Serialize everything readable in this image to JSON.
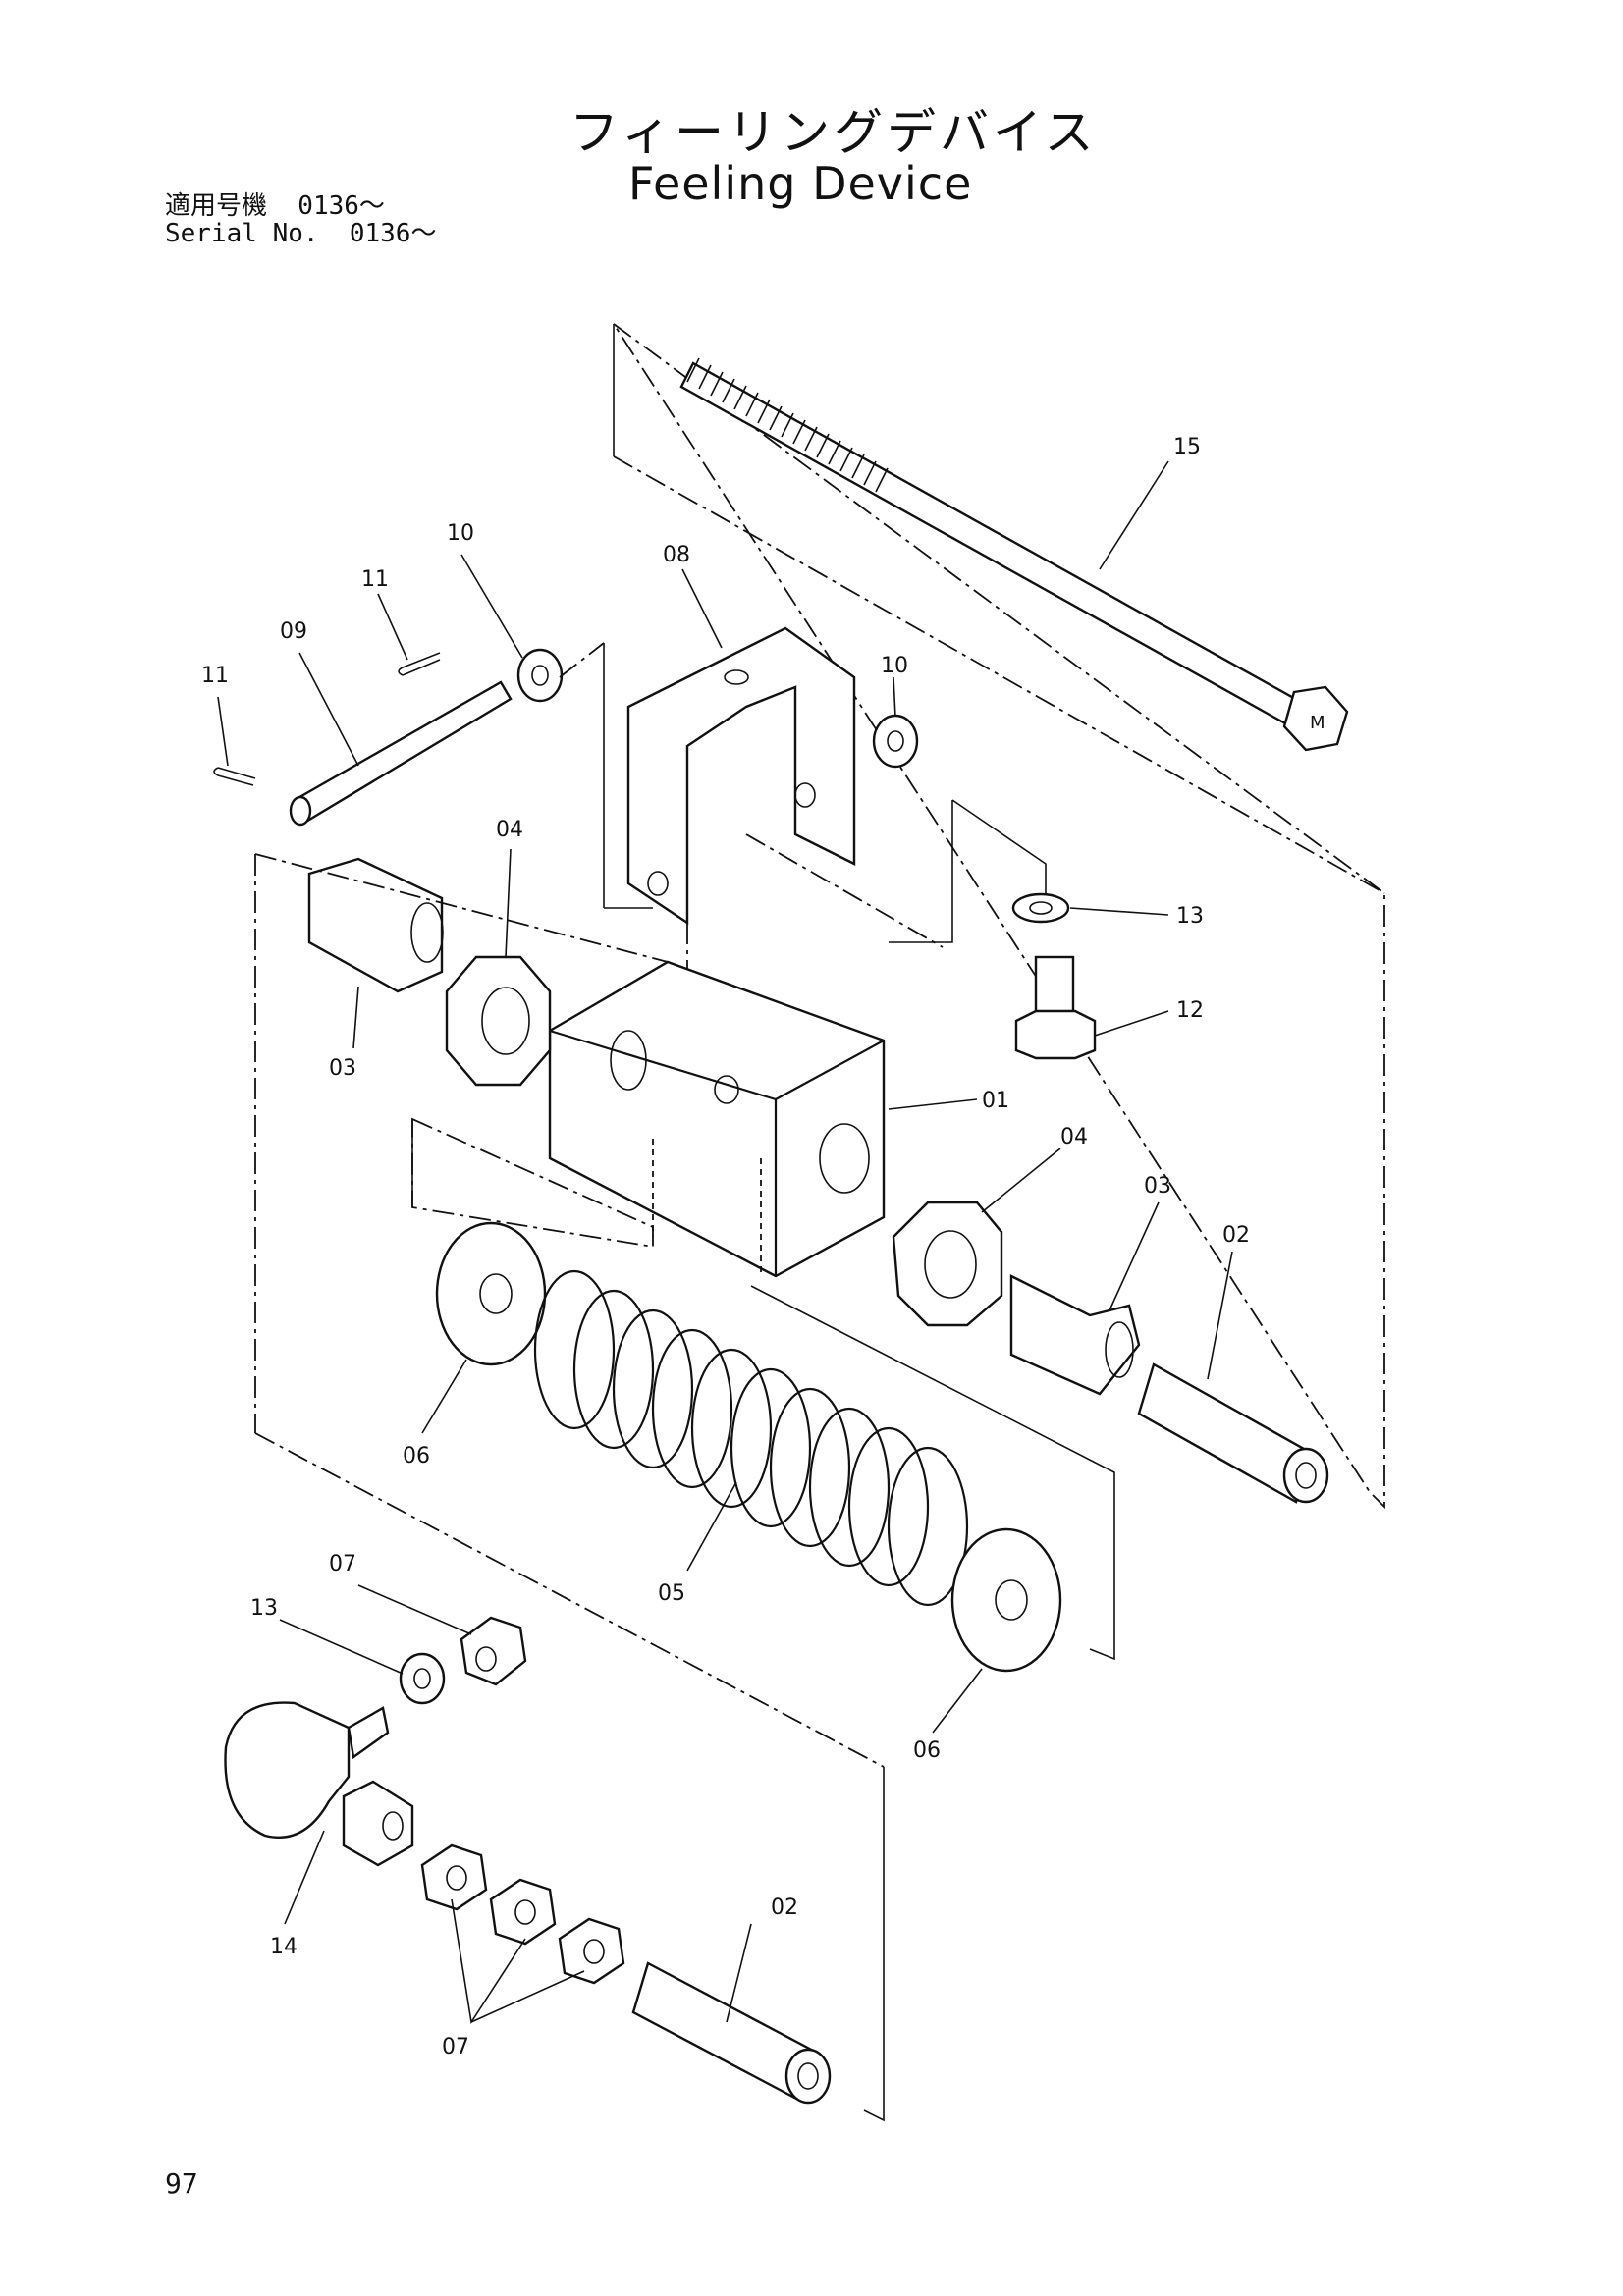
{
  "title_jp": "フィーリングデバイス",
  "title_en": "Feeling Device",
  "serial_line_jp": "適用号機  0136～",
  "serial_line_en": "Serial No.  0136～",
  "page_number": "97",
  "callouts": {
    "c15": "15",
    "c10a": "10",
    "c11a": "11",
    "c09": "09",
    "c11b": "11",
    "c08": "08",
    "c10b": "10",
    "c04a": "04",
    "c13a": "13",
    "c12": "12",
    "c03a": "03",
    "c01": "01",
    "c04b": "04",
    "c03b": "03",
    "c02a": "02",
    "c06a": "06",
    "c05": "05",
    "c06b": "06",
    "c07a": "07",
    "c13b": "13",
    "c14": "14",
    "c02b": "02",
    "c07b": "07"
  }
}
